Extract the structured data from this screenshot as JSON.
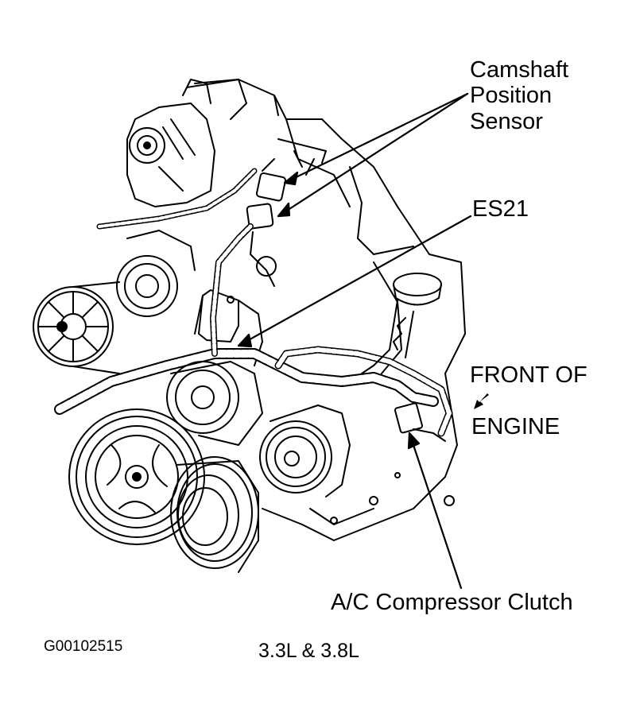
{
  "labels": {
    "camshaft_lines": [
      "Camshaft",
      "Position",
      "Sensor"
    ],
    "es21": "ES21",
    "front_line1": "FRONT OF",
    "front_line2": "ENGINE",
    "ac_clutch": "A/C Compressor Clutch",
    "figure_code": "G00102515",
    "engine_size": "3.3L & 3.8L"
  },
  "icons": {
    "front_arrow": "diagonal-arrow-down-left-icon"
  },
  "colors": {
    "ink": "#000000",
    "paper": "#ffffff"
  }
}
